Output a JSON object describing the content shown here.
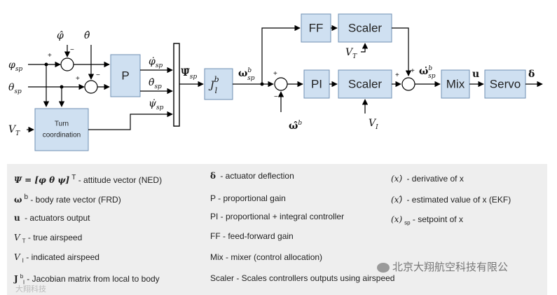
{
  "diagram": {
    "blocks": {
      "ff": "FF",
      "scaler_top": "Scaler",
      "p": "P",
      "pi": "PI",
      "scaler_mid": "Scaler",
      "mix": "Mix",
      "servo": "Servo",
      "turn_coord_line1": "Turn",
      "turn_coord_line2": "coordination",
      "jacobian": "J",
      "jacobian_sup": "b",
      "jacobian_sub": "l"
    },
    "signals": {
      "phi_sp": "φ",
      "phi_sp_sub": "sp",
      "theta_sp": "θ",
      "theta_sp_sub": "sp",
      "phi_hat": "φ̂",
      "theta_hat": "θ̂",
      "v_t": "V",
      "v_t_sub": "T",
      "v_t2": "V",
      "v_t2_sub": "T",
      "v_i": "V",
      "v_i_sub": "I",
      "phi_dot_sp": "φ̇",
      "phi_dot_sp_sub": "sp",
      "theta_dot_sp": "θ̇",
      "theta_dot_sp_sub": "sp",
      "psi_dot_sp": "ψ̇",
      "psi_dot_sp_sub": "sp",
      "psi_vec_dot_sp": "Ψ̇",
      "psi_vec_dot_sp_sub": "sp",
      "omega_sp": "ω",
      "omega_sp_sup": "b",
      "omega_sp_sub": "sp",
      "omega_dot_sp": "ω̇",
      "omega_dot_sp_sup": "b",
      "omega_dot_sp_sub": "sp",
      "omega_hat": "ω̂",
      "omega_hat_sup": "b",
      "u": "u",
      "delta": "δ"
    },
    "signs": {
      "s1_top": "−",
      "s1_left": "+",
      "s2_top": "−",
      "s2_left": "+",
      "s3_left": "+",
      "s3_bottom": "−",
      "s4_left": "+",
      "s4_top": "+"
    }
  },
  "legend": {
    "col1": [
      {
        "sym": "Ψ = [φ  θ  ψ]",
        "sup": "T",
        "text": " - attitude vector (NED)"
      },
      {
        "sym": "ω",
        "sup": "b",
        "text": " - body rate vector (FRD)"
      },
      {
        "sym": "u",
        "text": " - actuators output"
      },
      {
        "sym": "V",
        "sub": "T",
        "text": " - true airspeed"
      },
      {
        "sym": "V",
        "sub": "I",
        "text": " - indicated airspeed"
      },
      {
        "sym": "J",
        "sup": "b",
        "sub": "l",
        "text": " - Jacobian matrix from local to body"
      }
    ],
    "col2": [
      {
        "sym": "δ",
        "text": " - actuator deflection"
      },
      {
        "text": "P - proportional gain"
      },
      {
        "text": "PI - proportional + integral controller"
      },
      {
        "text": "FF - feed-forward gain"
      },
      {
        "text": "Mix - mixer (control allocation)"
      },
      {
        "text": "Scaler - Scales controllers outputs using airspeed"
      }
    ],
    "col3": [
      {
        "sym": "(x)̇",
        "text": " - derivative of x"
      },
      {
        "sym": "(x)̂",
        "text": " - estimated value of x (EKF)"
      },
      {
        "sym": "(x)",
        "sub": "sp",
        "text": " - setpoint of x"
      }
    ]
  },
  "watermark": {
    "text": "北京大翔航空科技有限公",
    "corner_text": "大翔科技"
  }
}
